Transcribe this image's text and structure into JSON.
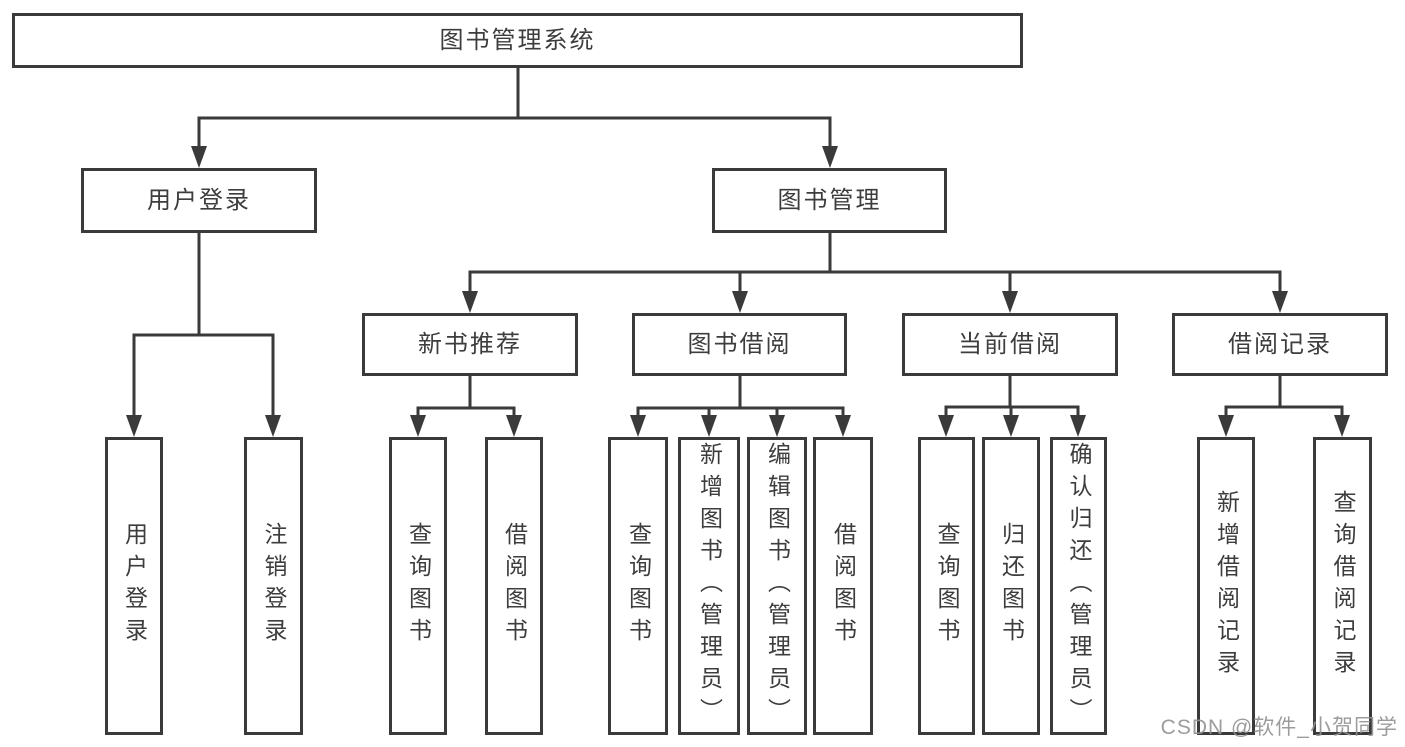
{
  "diagram": {
    "root": {
      "label": "图书管理系统"
    },
    "branches": [
      {
        "label": "用户登录",
        "children": [
          {
            "label": "用户登录"
          },
          {
            "label": "注销登录"
          }
        ]
      },
      {
        "label": "图书管理",
        "children": [
          {
            "label": "新书推荐",
            "children": [
              {
                "label": "查询图书"
              },
              {
                "label": "借阅图书"
              }
            ]
          },
          {
            "label": "图书借阅",
            "children": [
              {
                "label": "查询图书"
              },
              {
                "label": "新增图书（管理员）"
              },
              {
                "label": "编辑图书（管理员）"
              },
              {
                "label": "借阅图书"
              }
            ]
          },
          {
            "label": "当前借阅",
            "children": [
              {
                "label": "查询图书"
              },
              {
                "label": "归还图书"
              },
              {
                "label": "确认归还（管理员）"
              }
            ]
          },
          {
            "label": "借阅记录",
            "children": [
              {
                "label": "新增借阅记录"
              },
              {
                "label": "查询借阅记录"
              }
            ]
          }
        ]
      }
    ],
    "watermark": "CSDN @软件_小贺同学",
    "colors": {
      "line": "#3a3a3a",
      "text": "#3d3d3d",
      "background": "#ffffff",
      "watermark": "#949494"
    }
  }
}
